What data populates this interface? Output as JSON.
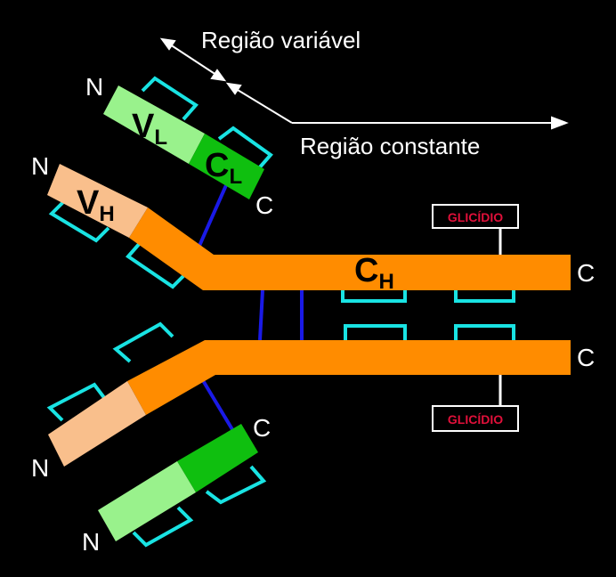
{
  "labels": {
    "variable_region": "Região variável",
    "constant_region": "Região constante",
    "vl_main": "V",
    "vl_sub": "L",
    "cl_main": "C",
    "cl_sub": "L",
    "vh_main": "V",
    "vh_sub": "H",
    "ch_main": "C",
    "ch_sub": "H",
    "glycid_top": "GLICÍDIO",
    "glycid_bottom": "GLICÍDIO",
    "n_light_top": "N",
    "n_heavy_top": "N",
    "n_heavy_bottom": "N",
    "n_light_bottom": "N",
    "c_light_top": "C",
    "c_light_bottom": "C",
    "c_heavy_top": "C",
    "c_heavy_bottom": "C"
  },
  "colors": {
    "background": "#000000",
    "heavy_constant": "#ff8c00",
    "heavy_variable": "#f9bf8c",
    "light_variable": "#99f28c",
    "light_constant": "#0fbf0f",
    "domain_outline": "#19e3e3",
    "disulfide_bond": "#1a1ae6",
    "glycid_text": "#e0103a"
  }
}
